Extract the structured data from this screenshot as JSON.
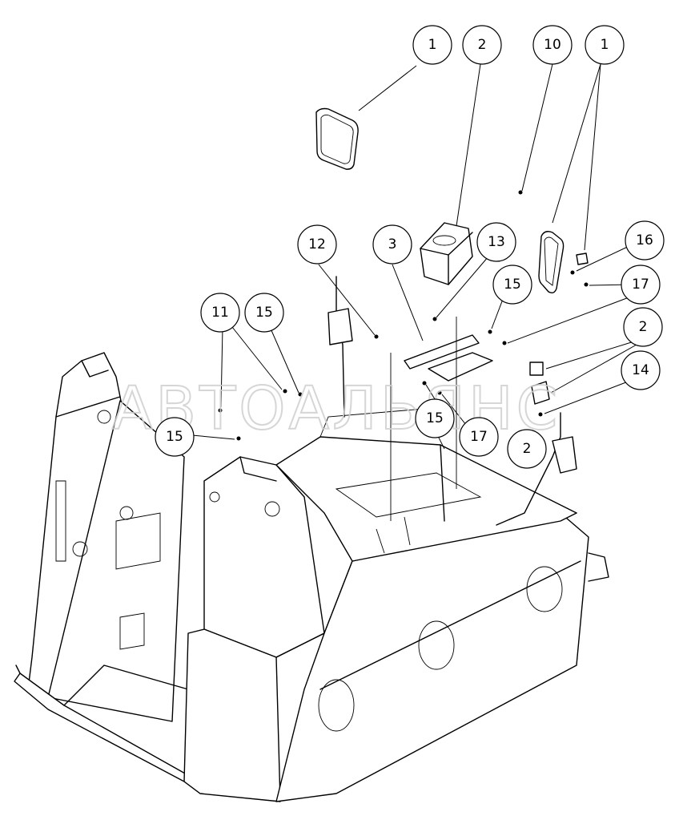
{
  "watermark": "АВТОАЛЬЯНС",
  "callouts": [
    {
      "label": "1"
    },
    {
      "label": "2"
    },
    {
      "label": "10"
    },
    {
      "label": "1"
    },
    {
      "label": "12"
    },
    {
      "label": "3"
    },
    {
      "label": "13"
    },
    {
      "label": "16"
    },
    {
      "label": "15"
    },
    {
      "label": "17"
    },
    {
      "label": "2"
    },
    {
      "label": "11"
    },
    {
      "label": "15"
    },
    {
      "label": "14"
    },
    {
      "label": "15"
    },
    {
      "label": "15"
    },
    {
      "label": "17"
    },
    {
      "label": "2"
    }
  ]
}
